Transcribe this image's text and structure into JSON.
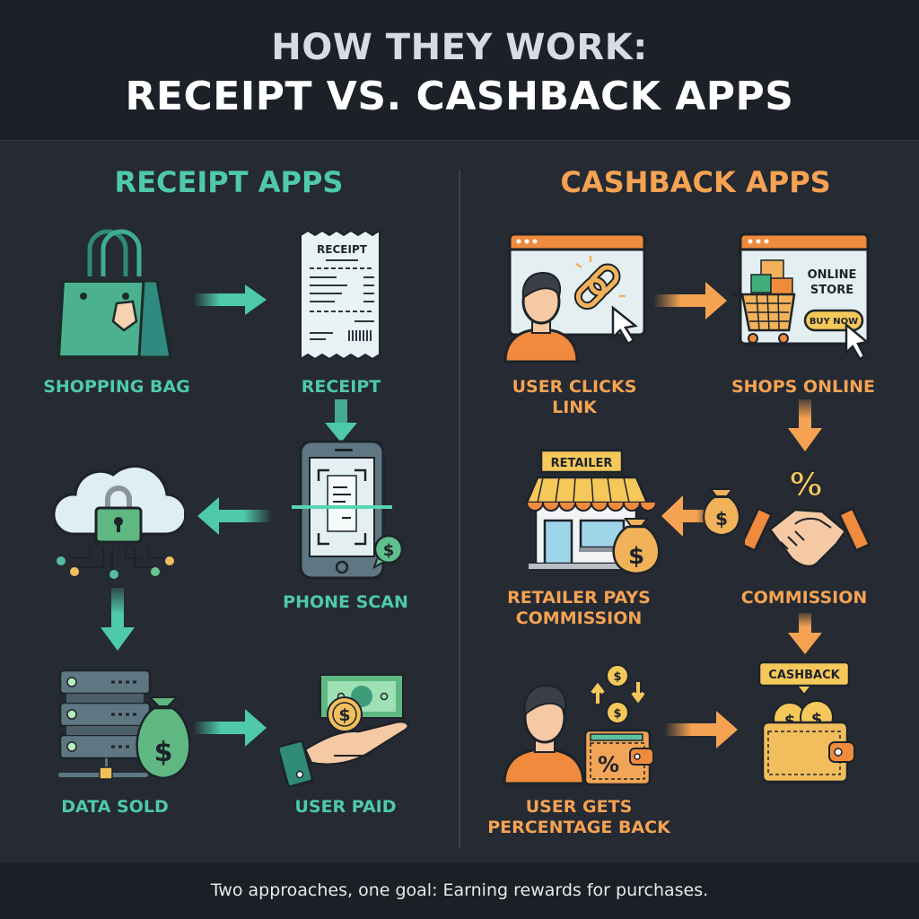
{
  "header": {
    "title_line1": "HOW THEY WORK:",
    "title_line2": "RECEIPT VS. CASHBACK APPS"
  },
  "colors": {
    "receipt_accent": "#4ecaa8",
    "cashback_accent": "#f5a352",
    "background": "#252a33"
  },
  "receipt_apps": {
    "title": "RECEIPT APPS",
    "steps": [
      {
        "label": "SHOPPING BAG",
        "icon": "shopping-bag-icon"
      },
      {
        "label": "RECEIPT",
        "icon": "receipt-icon",
        "icon_text": "RECEIPT"
      },
      {
        "label": "PHONE SCAN",
        "icon": "phone-scan-icon",
        "badge": "$"
      },
      {
        "label": "",
        "icon": "cloud-lock-icon"
      },
      {
        "label": "DATA SOLD",
        "icon": "server-money-icon",
        "badge": "$"
      },
      {
        "label": "USER PAID",
        "icon": "hand-cash-icon",
        "badge": "$"
      }
    ]
  },
  "cashback_apps": {
    "title": "CASHBACK APPS",
    "steps": [
      {
        "label": "USER CLICKS LINK",
        "label_line1": "USER CLICKS",
        "label_line2": "LINK",
        "icon": "user-link-browser-icon"
      },
      {
        "label": "SHOPS ONLINE",
        "icon": "online-store-icon",
        "icon_text_line1": "ONLINE",
        "icon_text_line2": "STORE",
        "button_text": "BUY NOW"
      },
      {
        "label": "COMMISSION",
        "icon": "handshake-icon",
        "symbol": "%"
      },
      {
        "label": "RETAILER PAYS COMMISSION",
        "label_line1": "RETAILER PAYS",
        "label_line2": "COMMISSION",
        "icon": "storefront-icon",
        "sign_text": "RETAILER",
        "badge": "$"
      },
      {
        "label": "USER GETS PERCENTAGE BACK",
        "label_line1": "USER GETS",
        "label_line2": "PERCENTAGE BACK",
        "icon": "user-wallet-icon",
        "symbol": "%"
      },
      {
        "label": "",
        "icon": "cashback-wallet-icon",
        "bubble_text": "CASHBACK"
      }
    ]
  },
  "footer": {
    "caption": "Two approaches, one goal: Earning rewards for purchases."
  }
}
